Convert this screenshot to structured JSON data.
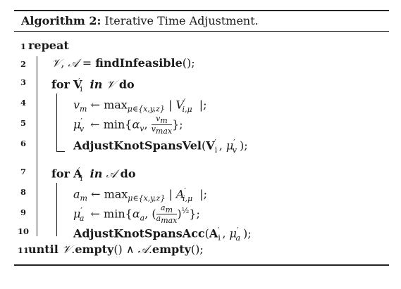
{
  "caption": {
    "label": "Algorithm 2:",
    "title": "Iterative Time Adjustment."
  },
  "lines": [
    {
      "num": "1",
      "text": "repeat"
    },
    {
      "num": "2",
      "text": "𝒱, 𝒜 = findInfeasible();"
    },
    {
      "num": "3",
      "text": "for V′ᵢ in 𝒱 do"
    },
    {
      "num": "4",
      "text": "vₘ ← max_{μ∈{x,y,z}} | V′_{i,μ} |;"
    },
    {
      "num": "5",
      "text": "μ′ᵥ ← min{αᵥ, vₘ/vₘₐₓ};"
    },
    {
      "num": "6",
      "text": "AdjustKnotSpansVel(V′ᵢ, μ′ᵥ);"
    },
    {
      "num": "7",
      "text": "for A′ᵢ in 𝒜 do"
    },
    {
      "num": "8",
      "text": "aₘ ← max_{μ∈{x,y,z}} | A′_{i,μ} |;"
    },
    {
      "num": "9",
      "text": "μ′ₐ ← min{αₐ, (aₘ/aₘₐₓ)^{1/2}};"
    },
    {
      "num": "10",
      "text": "AdjustKnotSpansAcc(A′ᵢ, μ′ₐ);"
    },
    {
      "num": "11",
      "text": "until 𝒱.empty() ∧ 𝒜.empty();"
    }
  ],
  "tokens": {
    "repeat": "repeat",
    "for": "for",
    "in": "in",
    "do": "do",
    "until": "until",
    "findInfeasible": "findInfeasible",
    "AdjustKnotSpansVel": "AdjustKnotSpansVel",
    "AdjustKnotSpansAcc": "AdjustKnotSpansAcc",
    "empty": "empty",
    "V_set": "𝒱",
    "A_set": "𝒜",
    "V_bold": "V",
    "A_bold": "A",
    "xyz": "{x,y,z}"
  }
}
